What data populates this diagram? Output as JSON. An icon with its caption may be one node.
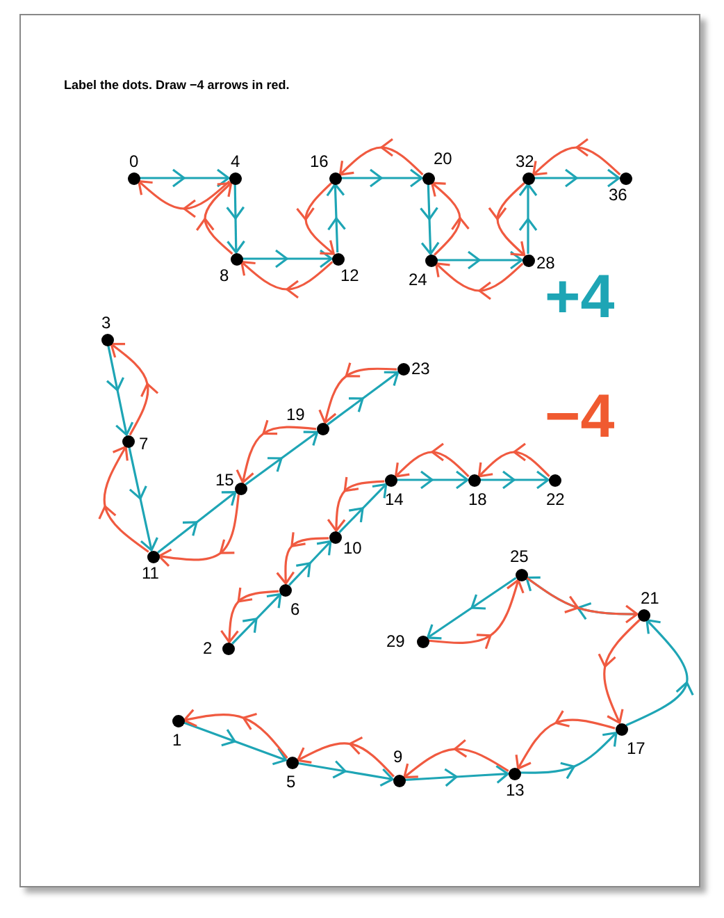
{
  "diagram": {
    "title": "Label the dots. Draw −4 arrows in red.",
    "nodes": [
      {
        "text": [
          "0"
        ]
      },
      {
        "text": [
          "4"
        ]
      },
      {
        "text": [
          "8"
        ]
      },
      {
        "text": [
          "12"
        ]
      },
      {
        "text": [
          "16"
        ]
      },
      {
        "text": [
          "20"
        ]
      },
      {
        "text": [
          "24"
        ]
      },
      {
        "text": [
          "28"
        ]
      },
      {
        "text": [
          "32"
        ]
      },
      {
        "text": [
          "36"
        ]
      },
      {
        "text": [
          "3"
        ]
      },
      {
        "text": [
          "7"
        ]
      },
      {
        "text": [
          "11"
        ]
      },
      {
        "text": [
          "15"
        ]
      },
      {
        "text": [
          "19"
        ]
      },
      {
        "text": [
          "23"
        ]
      },
      {
        "text": [
          "2"
        ]
      },
      {
        "text": [
          "6"
        ]
      },
      {
        "text": [
          "10"
        ]
      },
      {
        "text": [
          "14"
        ]
      },
      {
        "text": [
          "18"
        ]
      },
      {
        "text": [
          "22"
        ]
      },
      {
        "text": [
          "1"
        ]
      },
      {
        "text": [
          "5"
        ]
      },
      {
        "text": [
          "9"
        ]
      },
      {
        "text": [
          "13"
        ]
      },
      {
        "text": [
          "17"
        ]
      },
      {
        "text": [
          "21"
        ]
      },
      {
        "text": [
          "25"
        ]
      },
      {
        "text": [
          "29"
        ]
      }
    ],
    "edges": [
      {
        "from": 0,
        "to": 1,
        "arrow": "to"
      },
      {
        "from": 1,
        "to": 2,
        "arrow": "to"
      },
      {
        "from": 2,
        "to": 3,
        "arrow": "to"
      },
      {
        "from": 3,
        "to": 4,
        "arrow": "to"
      },
      {
        "from": 4,
        "to": 5,
        "arrow": "to"
      },
      {
        "from": 5,
        "to": 6,
        "arrow": "to"
      },
      {
        "from": 6,
        "to": 7,
        "arrow": "to"
      },
      {
        "from": 7,
        "to": 8,
        "arrow": "to"
      },
      {
        "from": 8,
        "to": 9,
        "arrow": "to"
      },
      {
        "from": 10,
        "to": 11,
        "arrow": "to"
      },
      {
        "from": 11,
        "to": 12,
        "arrow": "to"
      },
      {
        "from": 12,
        "to": 13,
        "arrow": "to"
      },
      {
        "from": 13,
        "to": 14,
        "arrow": "to"
      },
      {
        "from": 14,
        "to": 15,
        "arrow": "to"
      },
      {
        "from": 16,
        "to": 17,
        "arrow": "to"
      },
      {
        "from": 17,
        "to": 18,
        "arrow": "to"
      },
      {
        "from": 18,
        "to": 19,
        "arrow": "to"
      },
      {
        "from": 19,
        "to": 20,
        "arrow": "to"
      },
      {
        "from": 20,
        "to": 21,
        "arrow": "to"
      },
      {
        "from": 22,
        "to": 23,
        "arrow": "to"
      },
      {
        "from": 23,
        "to": 24,
        "arrow": "to"
      },
      {
        "from": 24,
        "to": 25,
        "arrow": "to"
      },
      {
        "from": 25,
        "to": 26,
        "arrow": "to"
      },
      {
        "from": 26,
        "to": 27,
        "arrow": "to"
      },
      {
        "from": 27,
        "to": 28,
        "arrow": "to"
      },
      {
        "from": 28,
        "to": 29,
        "arrow": "to"
      },
      {
        "from": 1,
        "to": 0,
        "arrow": "to",
        "color": "#f05a40"
      },
      {
        "from": 2,
        "to": 1,
        "arrow": "to",
        "color": "#f05a40"
      },
      {
        "from": 3,
        "to": 2,
        "arrow": "to",
        "color": "#f05a40"
      },
      {
        "from": 4,
        "to": 3,
        "arrow": "to",
        "color": "#f05a40"
      },
      {
        "from": 5,
        "to": 4,
        "arrow": "to",
        "color": "#f05a40"
      },
      {
        "from": 6,
        "to": 5,
        "arrow": "to",
        "color": "#f05a40"
      },
      {
        "from": 7,
        "to": 6,
        "arrow": "to",
        "color": "#f05a40"
      },
      {
        "from": 8,
        "to": 7,
        "arrow": "to",
        "color": "#f05a40"
      },
      {
        "from": 9,
        "to": 8,
        "arrow": "to",
        "color": "#f05a40"
      },
      {
        "from": 11,
        "to": 10,
        "arrow": "to",
        "color": "#f05a40"
      },
      {
        "from": 12,
        "to": 11,
        "arrow": "to",
        "color": "#f05a40"
      },
      {
        "from": 13,
        "to": 12,
        "arrow": "to",
        "color": "#f05a40"
      },
      {
        "from": 14,
        "to": 13,
        "arrow": "to",
        "color": "#f05a40"
      },
      {
        "from": 15,
        "to": 14,
        "arrow": "to",
        "color": "#f05a40"
      },
      {
        "from": 17,
        "to": 16,
        "arrow": "to",
        "color": "#f05a40"
      },
      {
        "from": 18,
        "to": 17,
        "arrow": "to",
        "color": "#f05a40"
      },
      {
        "from": 19,
        "to": 18,
        "arrow": "to",
        "color": "#f05a40"
      },
      {
        "from": 20,
        "to": 19,
        "arrow": "to",
        "color": "#f05a40"
      },
      {
        "from": 21,
        "to": 20,
        "arrow": "to",
        "color": "#f05a40"
      },
      {
        "from": 23,
        "to": 22,
        "arrow": "to",
        "color": "#f05a40"
      },
      {
        "from": 24,
        "to": 23,
        "arrow": "to",
        "color": "#f05a40"
      },
      {
        "from": 25,
        "to": 24,
        "arrow": "to",
        "color": "#f05a40"
      },
      {
        "from": 26,
        "to": 25,
        "arrow": "to",
        "color": "#f05a40"
      },
      {
        "from": 27,
        "to": 26,
        "arrow": "to",
        "color": "#f05a40"
      },
      {
        "from": 28,
        "to": 27,
        "arrow": "to",
        "color": "#f05a40"
      },
      {
        "from": 29,
        "to": 28,
        "arrow": "to",
        "color": "#f05a40"
      }
    ],
    "legend": [
      {
        "text": "+4",
        "color": "#1ea5b5"
      },
      {
        "text": "−4",
        "color": "#f05a30"
      }
    ]
  }
}
